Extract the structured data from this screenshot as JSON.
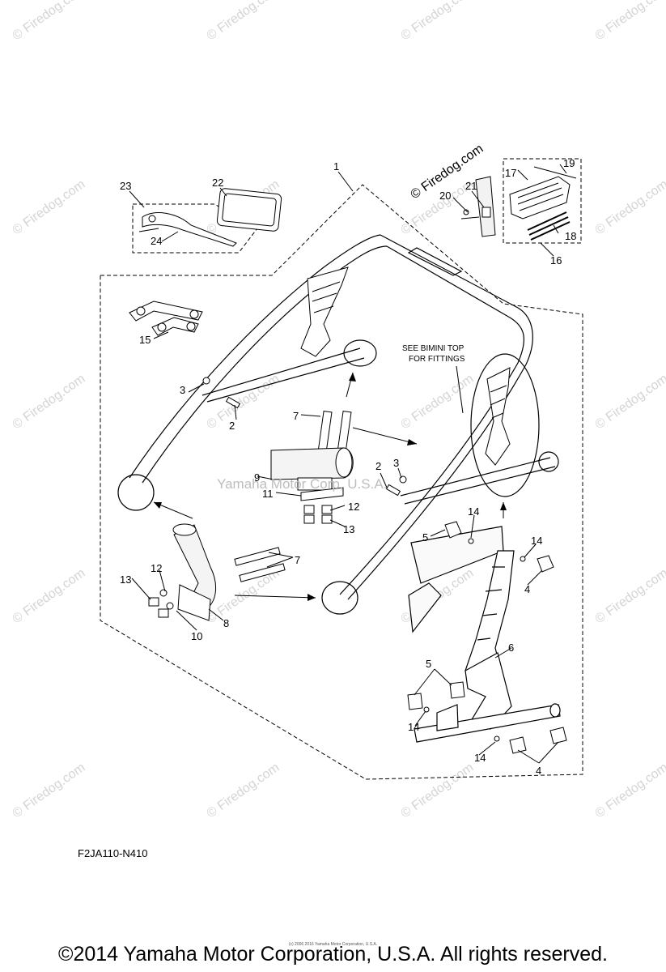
{
  "watermark": {
    "text": "© Firedog.com"
  },
  "figure_stamp": "© Firedog.com",
  "center_watermark": "Yamaha Motor Corp, U.S.A.",
  "note": {
    "line1": "SEE BIMINI TOP",
    "line2": "FOR FITTINGS"
  },
  "callouts": [
    "1",
    "2",
    "3",
    "4",
    "5",
    "6",
    "7",
    "8",
    "9",
    "10",
    "11",
    "12",
    "13",
    "14",
    "15",
    "16",
    "17",
    "18",
    "19",
    "20",
    "21",
    "22",
    "23",
    "24"
  ],
  "diagram_code": "F2JA110-N410",
  "tiny_copyright": "(c) 2006 2016 Yamaha Motor Corporation, U.S.A.",
  "copyright": "©2014 Yamaha Motor Corporation, U.S.A. All rights reserved."
}
